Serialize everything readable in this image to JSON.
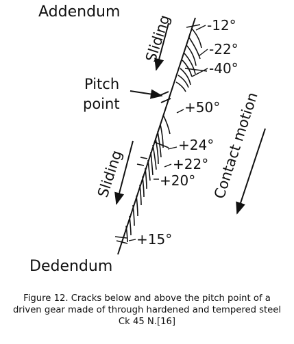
{
  "labels": {
    "addendum": "Addendum",
    "dedendum": "Dedendum",
    "pitch": "Pitch",
    "point": "point",
    "sliding_top": "Sliding",
    "sliding_bottom": "Sliding",
    "contact_motion": "Contact motion",
    "angle_m12": "-12°",
    "angle_m22": "-22°",
    "angle_m40": "-40°",
    "angle_p50": "+50°",
    "angle_p24": "+24°",
    "angle_p22": "+22°",
    "angle_p20": "+20°",
    "angle_p15": "+15°"
  },
  "caption": {
    "line1": "Figure 12. Cracks below and above the pitch point of a",
    "line2": "driven gear made of through hardened and tempered steel",
    "line3": "Ck 45 N.[16]"
  },
  "colors": {
    "ink": "#111111",
    "background": "#ffffff"
  }
}
